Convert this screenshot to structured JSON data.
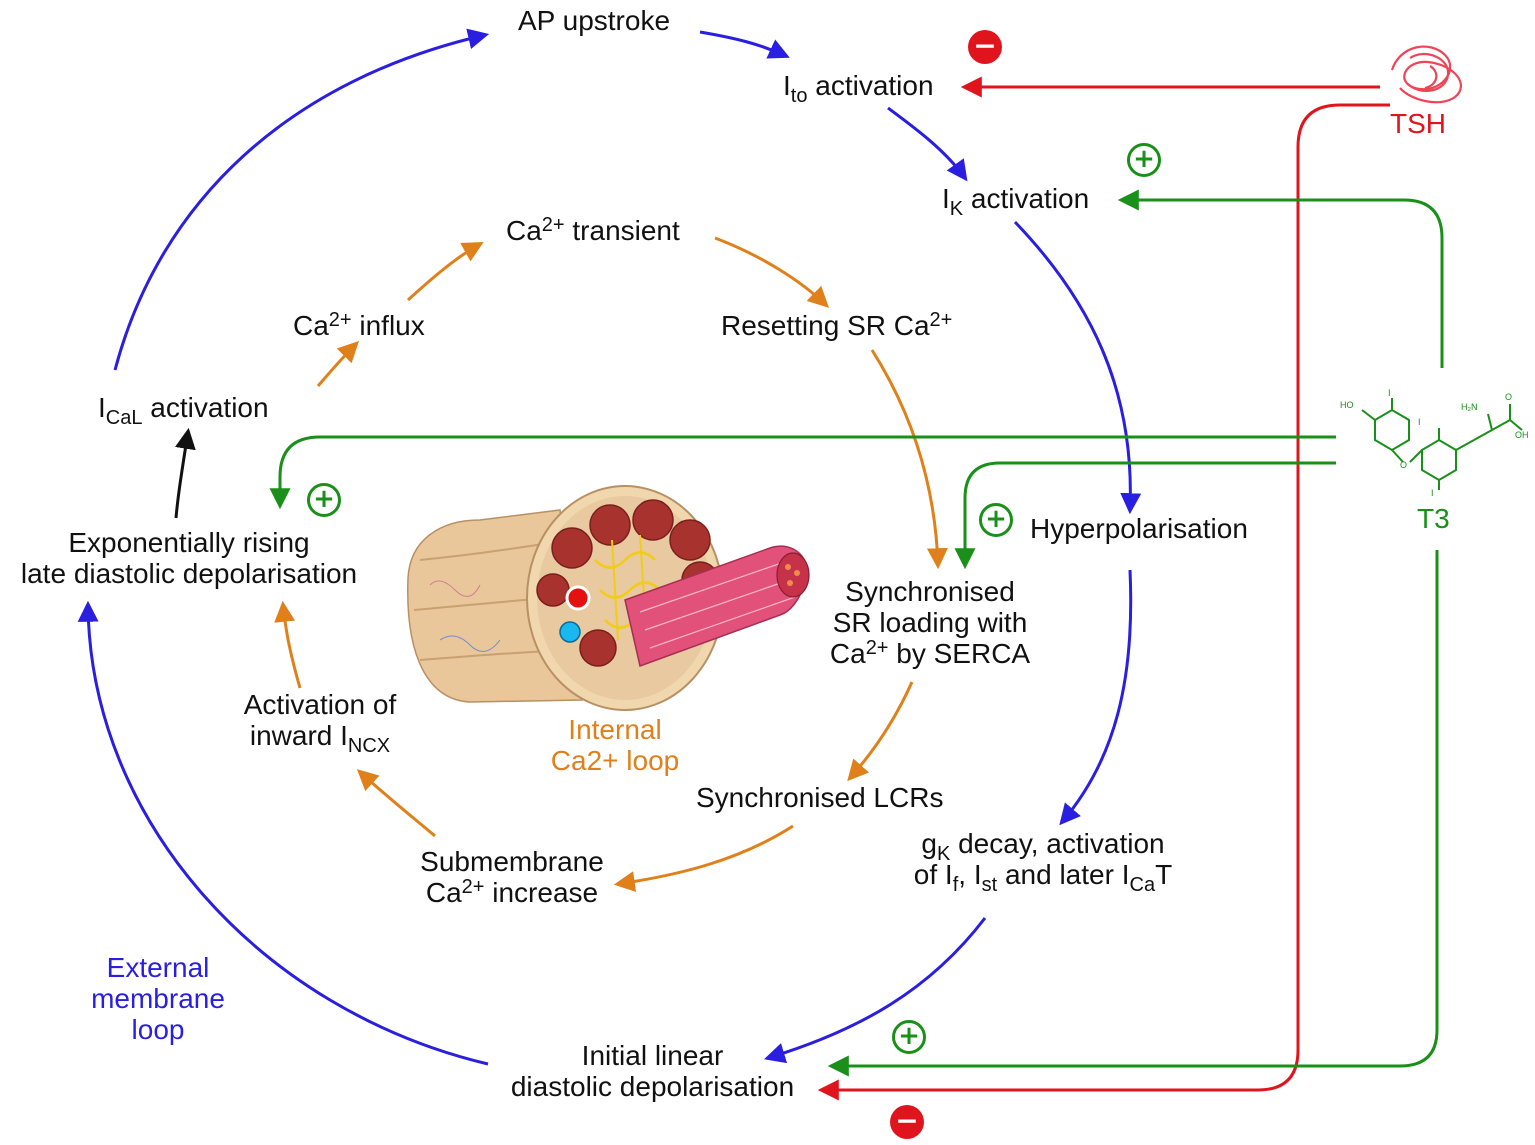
{
  "nodes": {
    "ap_upstroke": "AP upstroke",
    "ito": {
      "main": "I",
      "sub": "to",
      "rest": " activation"
    },
    "ik": {
      "main": "I",
      "sub": "K",
      "rest": " activation"
    },
    "hyperpolarisation": "Hyperpolarisation",
    "gk_decay": {
      "line1": "g",
      "line1_sub": "K",
      "line1_rest": " decay, activation",
      "line2_a": "of I",
      "line2_sub_f": "f",
      "line2_b": ", I",
      "line2_sub_st": "st",
      "line2_c": " and later I",
      "line2_sub_ca": "Ca",
      "line2_d": "T"
    },
    "initial_linear": {
      "line1": "Initial linear",
      "line2": "diastolic depolarisation"
    },
    "exponential": {
      "line1": "Exponentially rising",
      "line2": "late diastolic depolarisation"
    },
    "ical": {
      "main": "I",
      "sub": "CaL",
      "rest": " activation"
    },
    "ca_influx": {
      "a": "Ca",
      "sup": "2+",
      "b": " influx"
    },
    "ca_transient": {
      "a": "Ca",
      "sup": "2+",
      "b": " transient"
    },
    "resetting_sr": {
      "a": "Resetting SR Ca",
      "sup": "2+"
    },
    "sync_sr": {
      "line1": "Synchronised",
      "line2": "SR loading with",
      "line3_a": "Ca",
      "line3_sup": "2+",
      "line3_b": " by SERCA"
    },
    "sync_lcrs": "Synchronised LCRs",
    "submembrane": {
      "line1": "Submembrane",
      "line2_a": "Ca",
      "line2_sup": "2+",
      "line2_b": " increase"
    },
    "activation_ncx": {
      "line1": "Activation of",
      "line2_a": "inward I",
      "line2_sub": "NCX"
    }
  },
  "loops": {
    "internal": {
      "line1": "Internal",
      "line2": "Ca2+ loop"
    },
    "external": {
      "line1": "External",
      "line2": "membrane",
      "line3": "loop"
    }
  },
  "hormones": {
    "tsh": "TSH",
    "t3": "T3"
  },
  "molecule_labels": {
    "ho": "HO",
    "i1": "I",
    "i2": "I",
    "i3": "I",
    "o": "O",
    "nh2": "H₂N",
    "oh": "OH",
    "o2": "O"
  },
  "signs": {
    "plus": "+",
    "minus": "−"
  },
  "colors": {
    "membrane_loop": "#2a1fe0",
    "calcium_loop": "#e0801a",
    "tsh_inhibition": "#e0141c",
    "t3_stimulation": "#1a8f1a",
    "ical_link": "#111111"
  }
}
